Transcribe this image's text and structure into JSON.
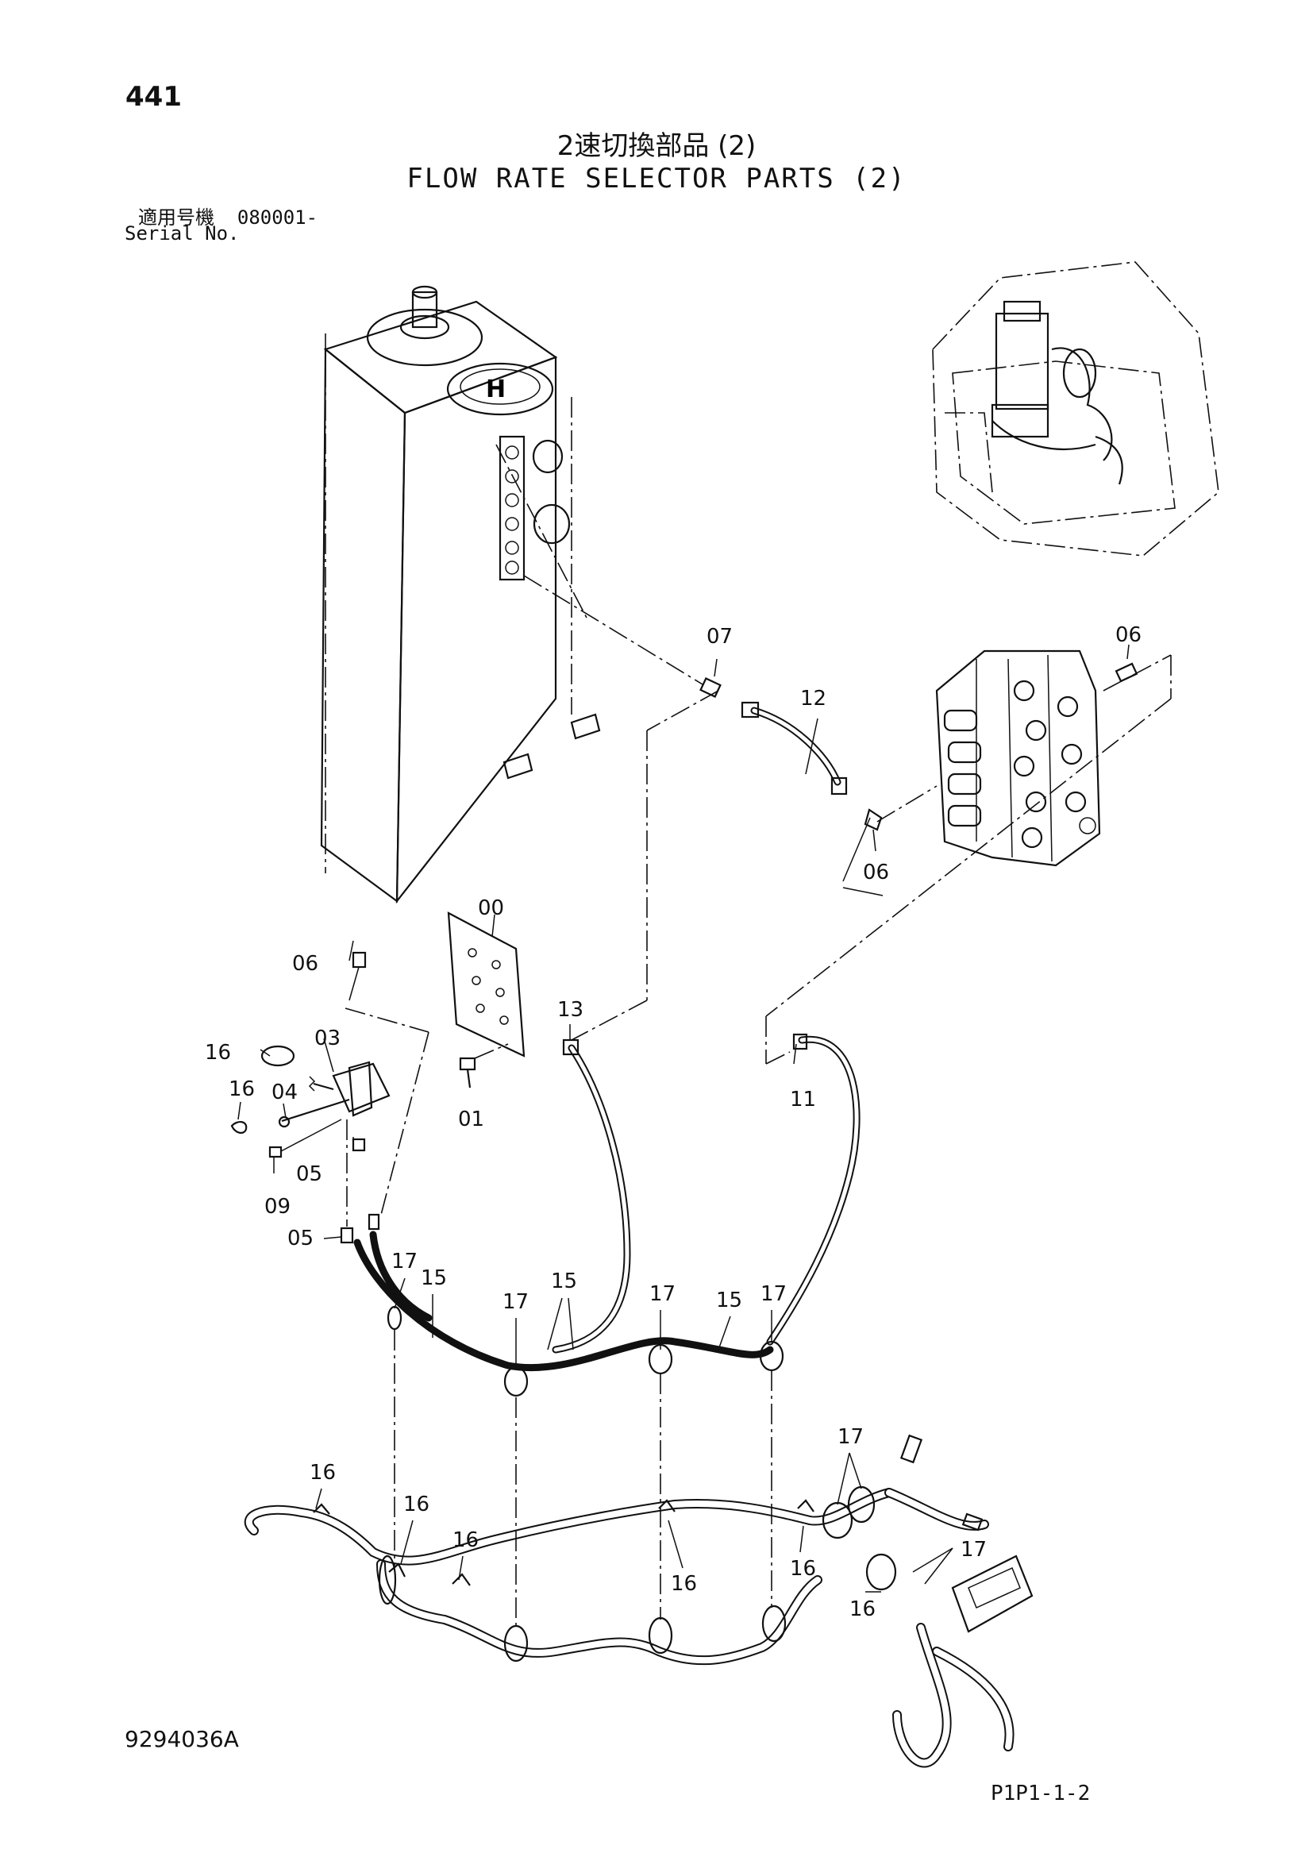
{
  "header": {
    "page_number": "441",
    "title_jp": "2速切換部品 (2)",
    "title_en": "FLOW RATE SELECTOR PARTS (2)",
    "serial_label_jp": "適用号機",
    "serial_value": "080001-",
    "serial_label_en": "Serial No."
  },
  "footer": {
    "doc_number": "9294036A",
    "page_ref": "P1P1-1-2"
  },
  "callouts": {
    "c07": "07",
    "c12": "12",
    "c06_valve": "06",
    "c06_elbow": "06",
    "c00": "00",
    "c06_left": "06",
    "c13": "13",
    "c16_a": "16",
    "c03": "03",
    "c16_b": "16",
    "c04": "04",
    "c01": "01",
    "c11": "11",
    "c05_a": "05",
    "c09": "09",
    "c05_b": "05",
    "c17_a": "17",
    "c15_a": "15",
    "c15_b": "15",
    "c17_b": "17",
    "c17_c": "17",
    "c15_c": "15",
    "c17_d": "17",
    "c17_e": "17",
    "c16_c": "16",
    "c16_d": "16",
    "c16_e": "16",
    "c16_f": "16",
    "c16_g": "16",
    "c17_f": "17",
    "c16_h": "16"
  }
}
